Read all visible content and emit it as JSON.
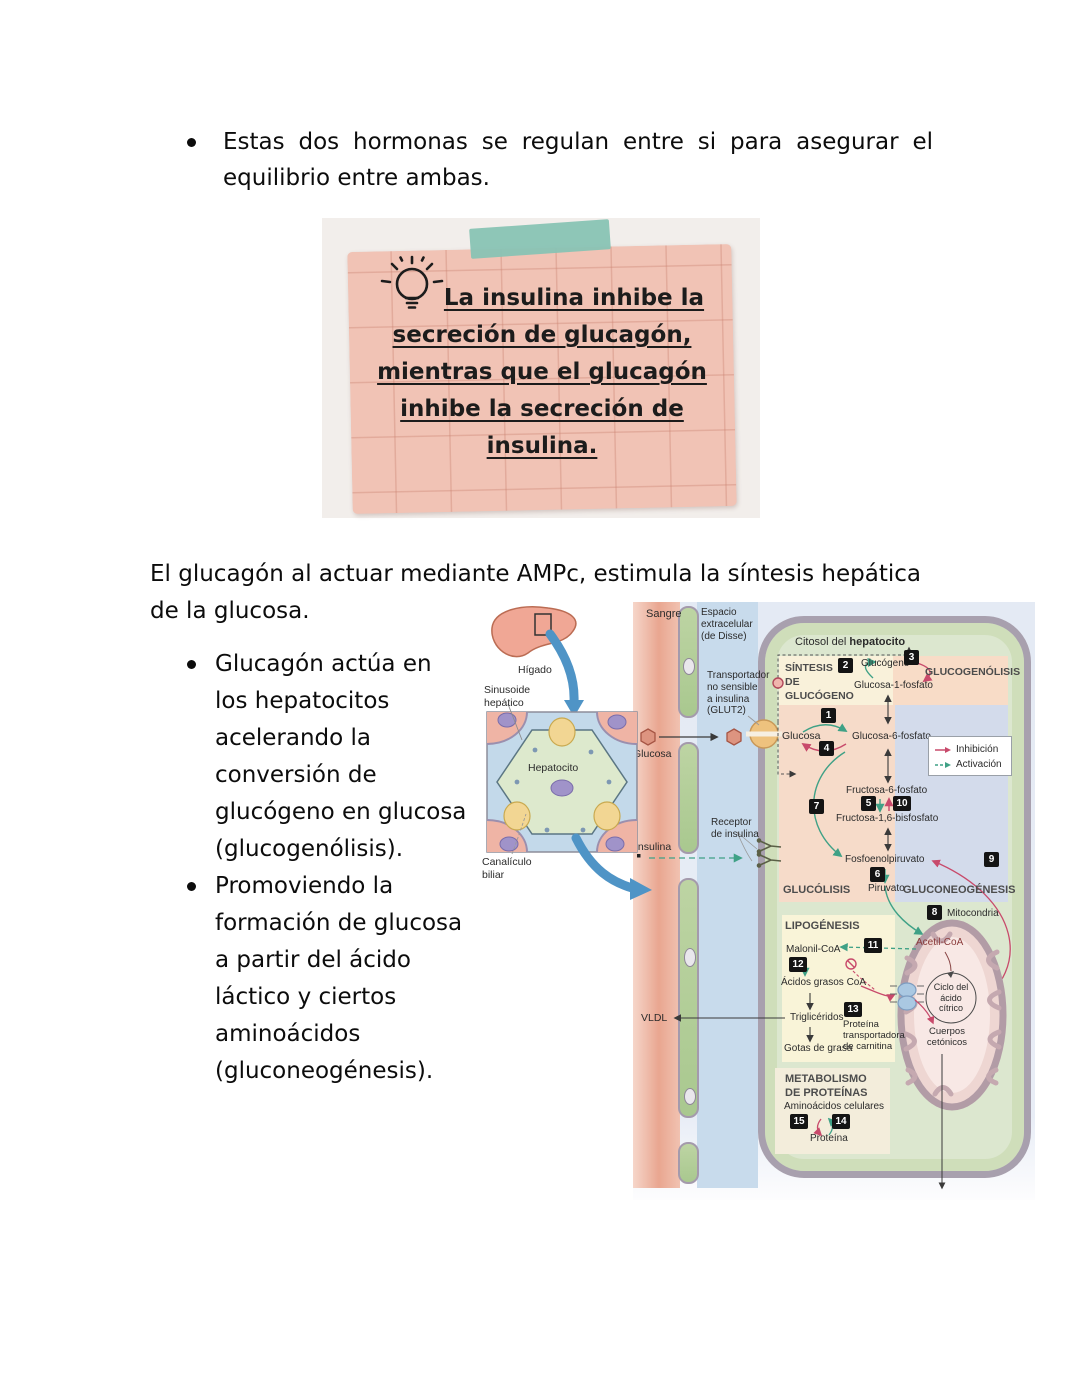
{
  "content": {
    "bullet_top": "Estas dos hormonas se regulan entre si para asegurar el equilibrio entre ambas.",
    "paragraph": "El glucagón al actuar mediante AMPc, estimula la síntesis hepática de la glucosa.",
    "bullets": [
      "Glucagón actúa en los hepatocitos acelerando la conversión de glucógeno en glucosa (glucogenólisis).",
      "Promoviendo la formación de glucosa a partir del ácido láctico y ciertos aminoácidos (gluconeogénesis)."
    ]
  },
  "note": {
    "lines": [
      "La insulina inhibe la",
      "secreción de glucagón,",
      "mientras que el glucagón",
      "inhibe la secreción de",
      "insulina."
    ],
    "note_color": "#f1c3b5",
    "tape_color": "#88c3b4",
    "icon": "lightbulb-icon"
  },
  "liver": {
    "higado": "Hígado",
    "sinusoide_l1": "Sinusoide",
    "sinusoide_l2": "hepático",
    "hepatocito": "Hepatocito",
    "canaliculo_l1": "Canalículo",
    "canaliculo_l2": "biliar"
  },
  "figure": {
    "sangre": "Sangre",
    "espacio_l1": "Espacio",
    "espacio_l2": "extracelular",
    "espacio_l3": "(de Disse)",
    "citosol_prefix": "Citosol del ",
    "citosol_bold": "hepatocito",
    "transportador_l1": "Transportador",
    "transportador_l2": "no sensible",
    "transportador_l3": "a insulina",
    "transportador_l4": "(GLUT2)",
    "glucosa_sangre": "Glucosa",
    "sintesis_l1": "SÍNTESIS",
    "sintesis_l2": "DE",
    "sintesis_l3": "GLUCÓGENO",
    "glucogeno": "Glucógeno",
    "glucogenolisis": "GLUCOGENÓLISIS",
    "glucosa1p": "Glucosa-1-fosfato",
    "glucosa_cell": "Glucosa",
    "glucosa6p": "Glucosa-6-fosfato",
    "fructosa6p": "Fructosa-6-fosfato",
    "fructosa16bp": "Fructosa-1,6-bisfosfato",
    "fosfoenolpiruvato": "Fosfoenolpiruvato",
    "piruvato": "Piruvato",
    "glucolisis": "GLUCÓLISIS",
    "gluconeogenesis": "GLUCONEOGÉNESIS",
    "mitocondria": "Mitocondria",
    "lipogenesis": "LIPOGÉNESIS",
    "malonil": "Malonil-CoA",
    "acetil": "Acetil-CoA",
    "acidos_grasos": "Ácidos grasos CoA",
    "trigliceridos": "Triglicéridos",
    "gotas": "Gotas de grasa",
    "vldl": "VLDL",
    "prot_carnitina_l1": "Proteína",
    "prot_carnitina_l2": "transportadora",
    "prot_carnitina_l3": "de carnitina",
    "ciclo": "Ciclo del ácido cítrico",
    "cuerpos_l1": "Cuerpos",
    "cuerpos_l2": "cetónicos",
    "metabolismo_l1": "METABOLISMO",
    "metabolismo_l2": "DE PROTEÍNAS",
    "aminoacidos": "Aminoácidos celulares",
    "proteina": "Proteína",
    "insulina": "Insulina",
    "receptor_l1": "Receptor",
    "receptor_l2": "de insulina",
    "legend": {
      "inhibicion": "Inhibición",
      "activacion": "Activación",
      "inhibicion_color": "#c84a6b",
      "activacion_color": "#3fa186"
    },
    "steps": {
      "s1": "1",
      "s2": "2",
      "s3": "3",
      "s4": "4",
      "s5": "5",
      "s6": "6",
      "s7": "7",
      "s8": "8",
      "s9": "9",
      "s10": "10",
      "s11": "11",
      "s12": "12",
      "s13": "13",
      "s14": "14",
      "s15": "15"
    }
  }
}
